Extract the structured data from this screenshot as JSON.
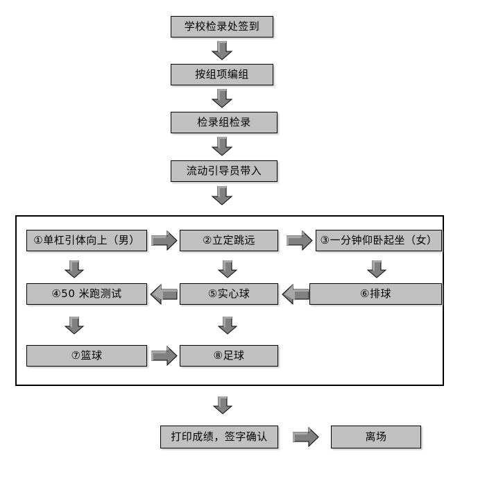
{
  "diagram": {
    "title_text": "",
    "colors": {
      "box_fill": "#c0c0c0",
      "box_border": "#000000",
      "arrow_fill": "#808080",
      "arrow_border": "#000000",
      "frame_border": "#000000",
      "page_background": "#ffffff"
    },
    "top_chain": [
      {
        "id": "n1",
        "label": "学校检录处签到"
      },
      {
        "id": "n2",
        "label": "按组项编组"
      },
      {
        "id": "n3",
        "label": "检录组检录"
      },
      {
        "id": "n4",
        "label": "流动引导员带入"
      }
    ],
    "event_group": {
      "rows": [
        [
          {
            "id": "e1",
            "label": "①单杠引体向上（男）"
          },
          {
            "id": "e2",
            "label": "②立定跳远"
          },
          {
            "id": "e3",
            "label": "③一分钟仰卧起坐（女）"
          }
        ],
        [
          {
            "id": "e4",
            "label": "④50 米跑测试"
          },
          {
            "id": "e5",
            "label": "⑤实心球"
          },
          {
            "id": "e6",
            "label": "⑥排球"
          }
        ],
        [
          {
            "id": "e7",
            "label": "⑦篮球"
          },
          {
            "id": "e8",
            "label": "⑧足球"
          }
        ]
      ]
    },
    "bottom_chain": [
      {
        "id": "n5",
        "label": "打印成绩，签字确认"
      },
      {
        "id": "n6",
        "label": "离场"
      }
    ],
    "arrows": [
      {
        "id": "a1",
        "direction": "down",
        "from": "n1",
        "to": "n2"
      },
      {
        "id": "a2",
        "direction": "down",
        "from": "n2",
        "to": "n3"
      },
      {
        "id": "a3",
        "direction": "down",
        "from": "n3",
        "to": "n4"
      },
      {
        "id": "a4",
        "direction": "down",
        "from": "n4",
        "to": "event-group"
      },
      {
        "id": "a5",
        "direction": "right",
        "from": "e1",
        "to": "e2"
      },
      {
        "id": "a6",
        "direction": "right",
        "from": "e2",
        "to": "e3"
      },
      {
        "id": "a7",
        "direction": "down",
        "from": "e1",
        "to": "e4"
      },
      {
        "id": "a8",
        "direction": "down",
        "from": "e2",
        "to": "e5"
      },
      {
        "id": "a9",
        "direction": "down",
        "from": "e3",
        "to": "e6"
      },
      {
        "id": "a10",
        "direction": "left",
        "from": "e5",
        "to": "e4"
      },
      {
        "id": "a11",
        "direction": "left",
        "from": "e6",
        "to": "e5"
      },
      {
        "id": "a12",
        "direction": "down",
        "from": "e4",
        "to": "e7"
      },
      {
        "id": "a13",
        "direction": "down",
        "from": "e5",
        "to": "e8"
      },
      {
        "id": "a14",
        "direction": "right",
        "from": "e7",
        "to": "e8"
      },
      {
        "id": "a15",
        "direction": "down",
        "from": "event-group",
        "to": "n5"
      },
      {
        "id": "a16",
        "direction": "right",
        "from": "n5",
        "to": "n6"
      }
    ]
  }
}
